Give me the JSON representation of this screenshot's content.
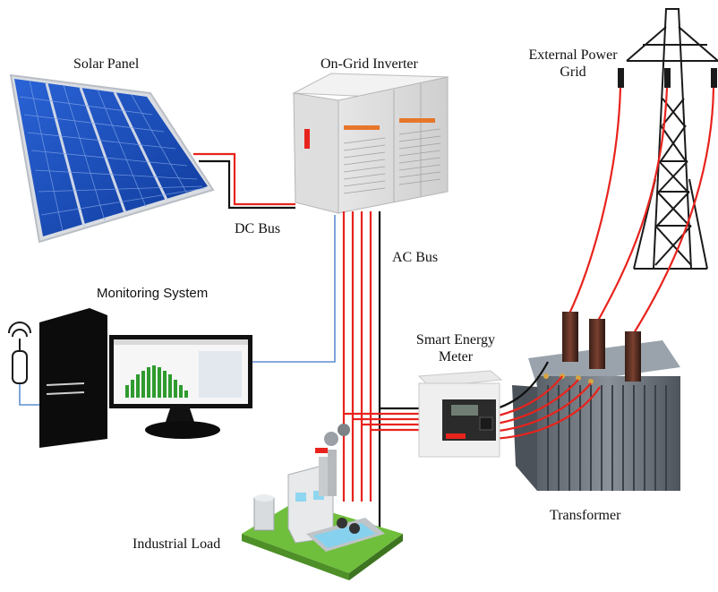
{
  "labels": {
    "solar_panel": "Solar Panel",
    "inverter": "On-Grid Inverter",
    "grid_line1": "External Power",
    "grid_line2": "Grid",
    "dc_bus": "DC Bus",
    "ac_bus": "AC Bus",
    "monitoring": "Monitoring System",
    "meter_line1": "Smart Energy",
    "meter_line2": "Meter",
    "transformer": "Transformer",
    "industrial_load": "Industrial Load"
  },
  "colors": {
    "wire_red": "#e8231d",
    "wire_black": "#111111",
    "wire_blue": "#5b8fd0",
    "panel_blue": "#1d4fb8",
    "bar_green": "#2f9b2f"
  },
  "icons": [
    "solar-panel-icon",
    "inverter-cabinet-icon",
    "transmission-tower-icon",
    "computer-tower-icon",
    "wifi-antenna-icon",
    "monitor-icon",
    "smart-meter-icon",
    "transformer-icon",
    "factory-icon"
  ]
}
